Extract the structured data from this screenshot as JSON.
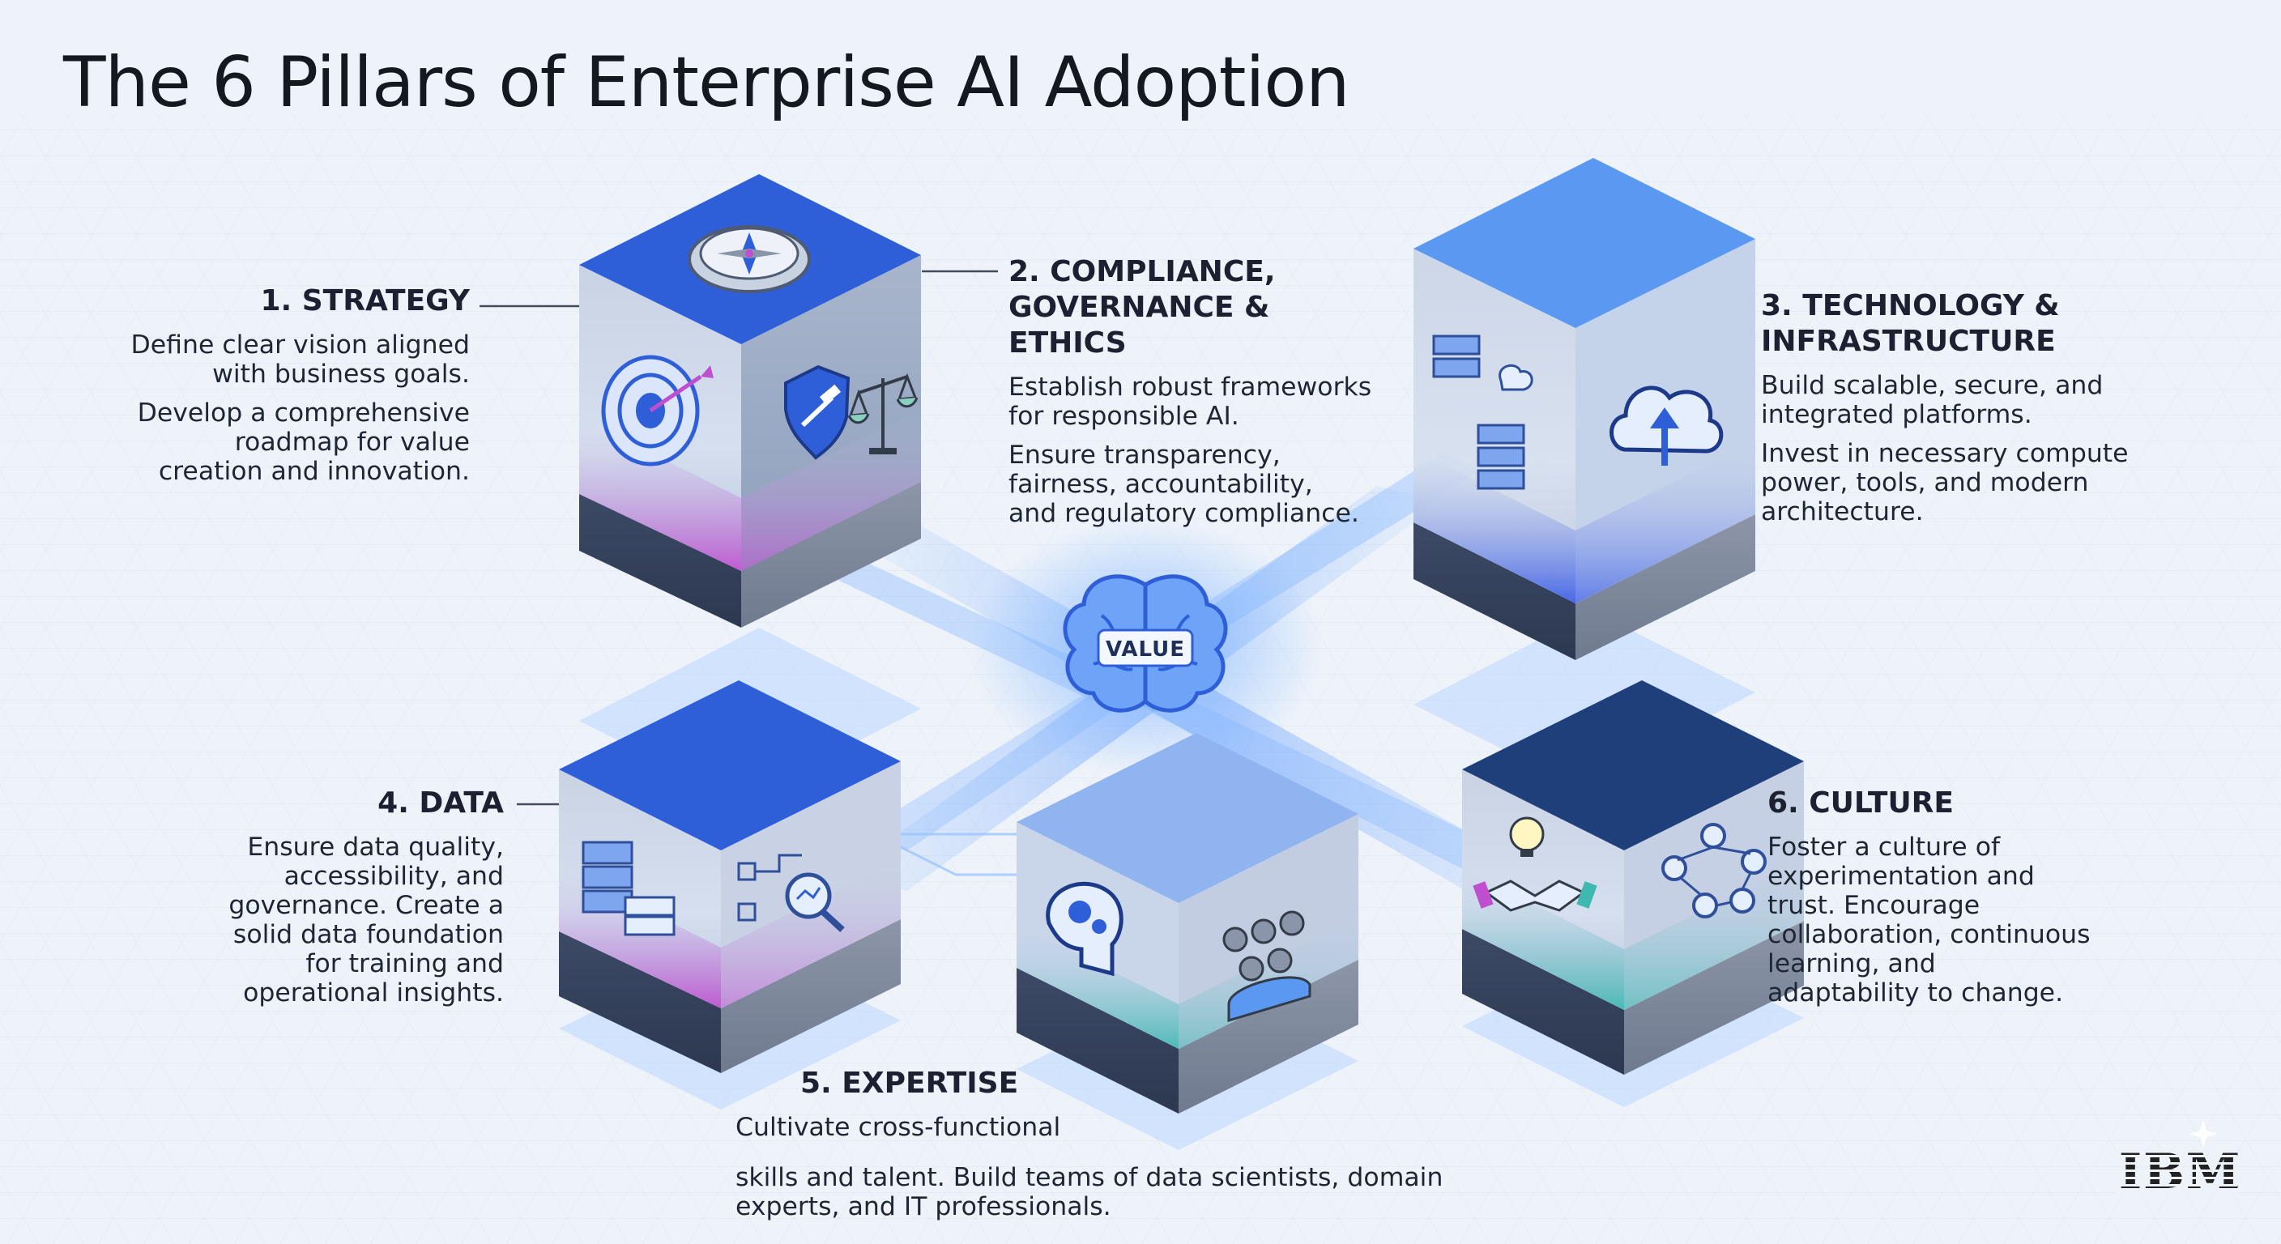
{
  "title": "The 6 Pillars of Enterprise AI Adoption",
  "center": {
    "label": "VALUE",
    "icon": "brain-icon"
  },
  "pillars": [
    {
      "heading": [
        "1. STRATEGY"
      ],
      "description": [
        "Define clear vision aligned",
        "with business goals.",
        "Develop a comprehensive",
        "roadmap for value",
        "creation and innovation."
      ],
      "icons": [
        "compass-icon",
        "target-icon",
        "shield-gavel-icon",
        "scales-icon"
      ]
    },
    {
      "heading": [
        "2. COMPLIANCE,",
        "GOVERNANCE & ETHICS"
      ],
      "description": [
        "Establish robust frameworks",
        "for responsible AI.",
        "Ensure transparency,",
        "fairness, accountability,",
        "and regulatory compliance."
      ],
      "icons": []
    },
    {
      "heading": [
        "3. TECHNOLOGY &",
        "INFRASTRUCTURE"
      ],
      "description": [
        "Build scalable, secure, and",
        "integrated platforms.",
        "Invest in necessary compute",
        "power, tools, and modern",
        "architecture."
      ],
      "icons": [
        "servers-icon",
        "cloud-upload-icon"
      ]
    },
    {
      "heading": [
        "4. DATA"
      ],
      "description": [
        "Ensure data quality,",
        "accessibility, and",
        "governance. Create a",
        "solid data foundation",
        "for training and",
        "operational insights."
      ],
      "icons": [
        "database-icon",
        "flowchart-search-icon"
      ]
    },
    {
      "heading": [
        "5. EXPERTISE"
      ],
      "description": [
        "Cultivate cross-functional",
        "skills and talent. Build teams of data scientists, domain",
        "experts, and IT professionals."
      ],
      "icons": [
        "head-gears-icon",
        "team-icon"
      ]
    },
    {
      "heading": [
        "6. CULTURE"
      ],
      "description": [
        "Foster a culture of",
        "experimentation and",
        "trust. Encourage",
        "collaboration, continuous",
        "learning, and",
        "adaptability to change."
      ],
      "icons": [
        "lightbulb-handshake-icon",
        "network-people-icon"
      ]
    }
  ],
  "brand": {
    "text": "IBM",
    "icon": "ibm-logo"
  },
  "colors": {
    "background": "#eef3fa",
    "cube_top_blue": "#2f5fd8",
    "cube_top_dark": "#1f3f7a",
    "accent_glow": "#5aa0ff",
    "accent_magenta": "#c04fd0",
    "accent_teal": "#3fb8b0"
  }
}
